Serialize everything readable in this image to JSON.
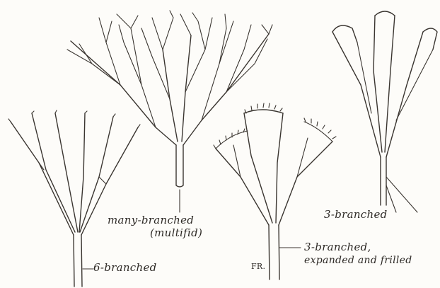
{
  "labels": {
    "many_branched": "many-branched",
    "multifid": "(multifid)",
    "six_branched": "6-branched",
    "three_branched": "3-branched",
    "three_expanded_line1": "3-branched,",
    "three_expanded_line2": "expanded and frilled",
    "signature": "FR."
  },
  "colors": {
    "ink": "#3a3530",
    "paper": "#fdfcf9"
  }
}
